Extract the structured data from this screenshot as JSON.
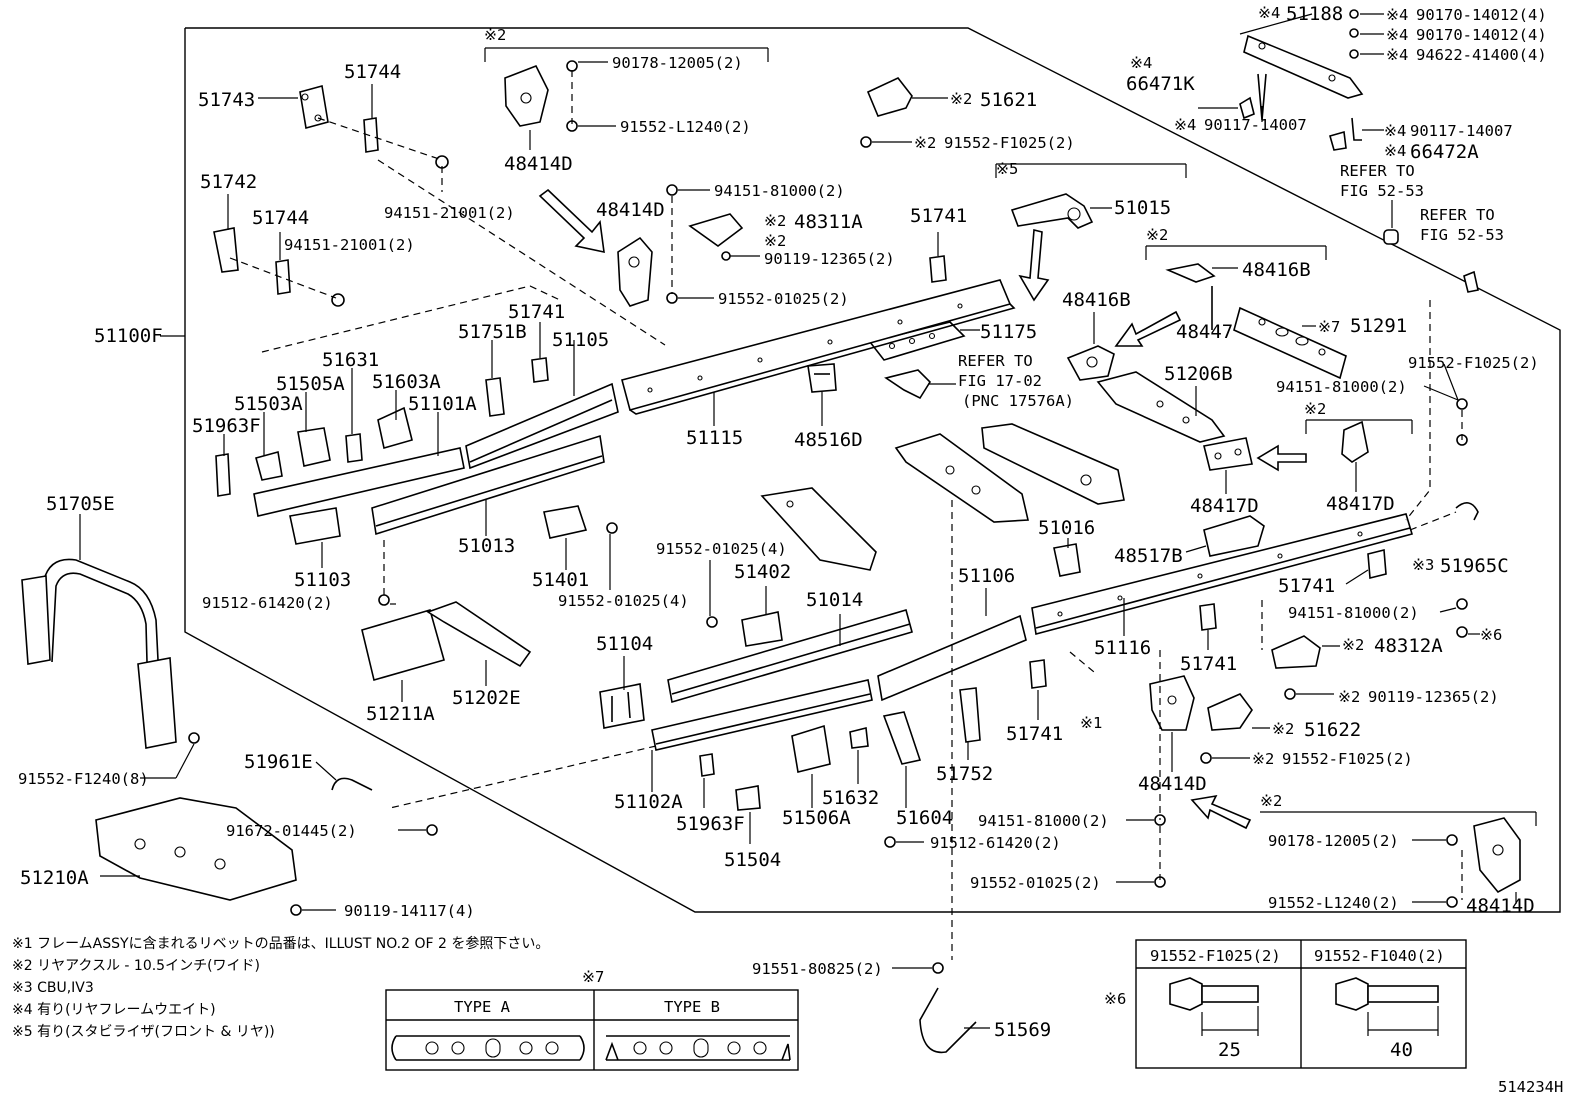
{
  "diagram_id": "514234H",
  "labels": {
    "l51743": "51743",
    "l51744a": "51744",
    "l51742": "51742",
    "l51744b": "51744",
    "l94151_21001a": "94151-21001(2)",
    "l94151_21001b": "94151-21001(2)",
    "l90178_12005a": "90178-12005(2)",
    "l91552_L1240a": "91552-L1240(2)",
    "l48414Da": "48414D",
    "l51621": "51621",
    "l91552_F1025a": "91552-F1025(2)",
    "l51188": "51188",
    "l90170_14012a": "90170-14012(4)",
    "l90170_14012b": "90170-14012(4)",
    "l94622_41400": "94622-41400(4)",
    "l66471K": "66471K",
    "l90117_14007a": "90117-14007",
    "l90117_14007b": "90117-14007",
    "l66472A": "66472A",
    "refer1": "REFER TO",
    "fig1": "FIG 52-53",
    "refer2": "REFER TO",
    "fig2": "FIG 52-53",
    "l94151_81000a": "94151-81000(2)",
    "l48414Db": "48414D",
    "l48311A": "48311A",
    "l90119_12365a": "90119-12365(2)",
    "l91552_01025a": "91552-01025(2)",
    "l51741a": "51741",
    "l51015": "51015",
    "l48416Ba": "48416B",
    "l48447": "48447",
    "l48416Bb": "48416B",
    "l51291": "51291",
    "l51175": "51175",
    "refer3": "REFER TO",
    "fig3": "FIG 17-02",
    "pnc3": "(PNC 17576A)",
    "l51206B": "51206B",
    "l91552_F1025b": "91552-F1025(2)",
    "l94151_81000b": "94151-81000(2)",
    "l51100F": "51100F",
    "l51741b": "51741",
    "l51751B": "51751B",
    "l51105": "51105",
    "l51631": "51631",
    "l51505A": "51505A",
    "l51603A": "51603A",
    "l51503A": "51503A",
    "l51101A": "51101A",
    "l51963Fa": "51963F",
    "l51115": "51115",
    "l48516D": "48516D",
    "l48417Da": "48417D",
    "l48417Db": "48417D",
    "l51705E": "51705E",
    "l51013": "51013",
    "l51016": "51016",
    "l48517B": "48517B",
    "l51103": "51103",
    "l51401": "51401",
    "l91552_01025b": "91552-01025(4)",
    "l91552_01025c": "91552-01025(4)",
    "l51402": "51402",
    "l51106": "51106",
    "l51741c": "51741",
    "l51965C": "51965C",
    "l91512_61420a": "91512-61420(2)",
    "l51014": "51014",
    "l94151_81000c": "94151-81000(2)",
    "l51104": "51104",
    "l51116": "51116",
    "l48312A": "48312A",
    "l51741d": "51741",
    "l51211A": "51211A",
    "l51202E": "51202E",
    "l90119_12365b": "90119-12365(2)",
    "l51741e": "51741",
    "l51622": "51622",
    "l91552_F1240": "91552-F1240(8)",
    "l51752": "51752",
    "l91552_F1025c": "91552-F1025(2)",
    "l51961E": "51961E",
    "l48414Dc": "48414D",
    "l51102A": "51102A",
    "l51632": "51632",
    "l51963Fb": "51963F",
    "l51506A": "51506A",
    "l51604": "51604",
    "l94151_81000d": "94151-81000(2)",
    "l91512_61420b": "91512-61420(2)",
    "l91672_01445": "91672-01445(2)",
    "l51504": "51504",
    "l90178_12005b": "90178-12005(2)",
    "l51210A": "51210A",
    "l91552_01025d": "91552-01025(2)",
    "l90119_14117": "90119-14117(4)",
    "l91552_L1240b": "91552-L1240(2)",
    "l48414Dd": "48414D",
    "l91551_80825": "91551-80825(2)",
    "l51569": "51569",
    "l91552_F1025t": "91552-F1025(2)",
    "l91552_F1040t": "91552-F1040(2)",
    "dim25": "25",
    "dim40": "40",
    "typeA": "TYPE A",
    "typeB": "TYPE B"
  },
  "marks": {
    "m1": "※1",
    "m2": "※2",
    "m3": "※3",
    "m4": "※4",
    "m5": "※5",
    "m6": "※6",
    "m7": "※7"
  },
  "notes": [
    "※1 フレームASSYに含まれるリベットの品番は、ILLUST NO.2 OF 2 を参照下さい。",
    "※2 リヤアクスル - 10.5インチ(ワイド)",
    "※3 CBU,IV3",
    "※4 有り(リヤフレームウエイト)",
    "※5 有り(スタビライザ(フロント & リヤ))"
  ]
}
